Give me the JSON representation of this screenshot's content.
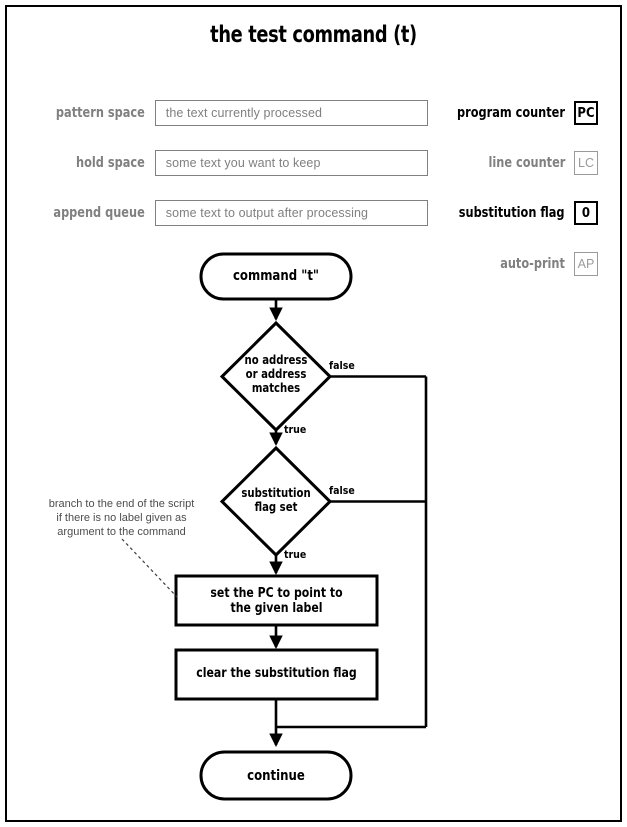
{
  "title": "the test command (t)",
  "registers": [
    {
      "label": "pattern space",
      "value": "the text currently processed",
      "active": false
    },
    {
      "label": "hold space",
      "value": "some text you want to keep",
      "active": false
    },
    {
      "label": "append queue",
      "value": "some text to output after processing",
      "active": false
    }
  ],
  "flags": [
    {
      "label": "program counter",
      "value": "PC",
      "active": true
    },
    {
      "label": "line counter",
      "value": "LC",
      "active": false
    },
    {
      "label": "substitution flag",
      "value": "0",
      "active": true
    },
    {
      "label": "auto-print",
      "value": "AP",
      "active": false
    }
  ],
  "flowchart": {
    "start": "command \"t\"",
    "decision1_line1": "no address",
    "decision1_line2": "or address",
    "decision1_line3": "matches",
    "decision2_line1": "substitution",
    "decision2_line2": "flag set",
    "action1_line1": "set the PC to point to",
    "action1_line2": "the given label",
    "action2": "clear the substitution flag",
    "end": "continue",
    "label_false_1": "false",
    "label_true_1": "true",
    "label_false_2": "false",
    "label_true_2": "true"
  },
  "annotation": {
    "line1": "branch to the end of the script",
    "line2": "if there is no label given as",
    "line3": "argument to the command"
  },
  "colors": {
    "stroke": "#000000",
    "inactive": "#808080",
    "annotation": "#4d4d4d",
    "background": "#ffffff"
  }
}
